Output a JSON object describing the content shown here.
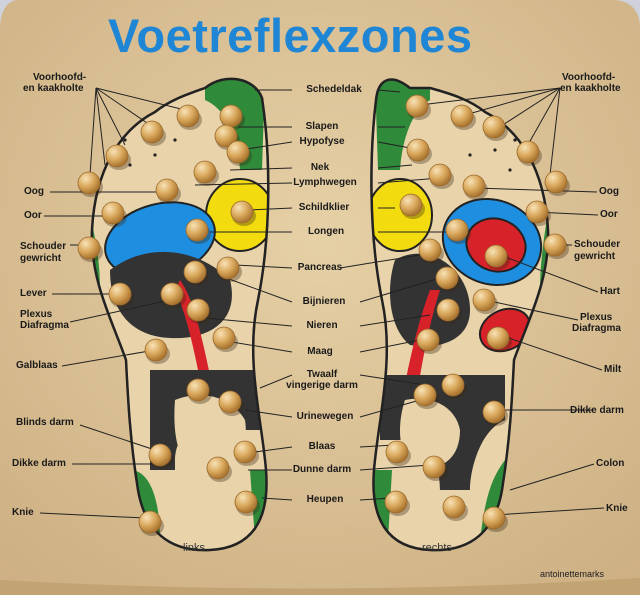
{
  "title": "Voetreflexzones",
  "credit": "antoinettemarks",
  "feet": {
    "left": "links",
    "right": "rechts"
  },
  "center_labels": [
    "Schedeldak",
    "Slapen",
    "Hypofyse",
    "Nek",
    "Lymphwegen",
    "Schildklier",
    "Longen",
    "Pancreas",
    "Bijnieren",
    "Nieren",
    "Maag",
    "Twaalf",
    "vingerige darm",
    "Urinewegen",
    "Blaas",
    "Dunne darm",
    "Heupen"
  ],
  "left_labels": [
    "Voorhoofd-",
    "en kaakholte",
    "Oog",
    "Oor",
    "Schouder",
    "gewricht",
    "Lever",
    "Plexus",
    "Diafragma",
    "Galblaas",
    "Blinds darm",
    "Dikke darm",
    "Knie"
  ],
  "right_labels": [
    "Voorhoofd-",
    "en kaakholte",
    "Oog",
    "Oor",
    "Schouder",
    "gewricht",
    "Hart",
    "Plexus",
    "Diafragma",
    "Milt",
    "Dikke darm",
    "Colon",
    "Knie"
  ],
  "colors": {
    "wood": "#dcc39a",
    "title": "#1f86d6",
    "green": "#2f8a3a",
    "blue": "#1e8fe0",
    "yellow": "#f2dc10",
    "red": "#d8222a",
    "dark": "#333333",
    "bead": "#d9a85c"
  }
}
